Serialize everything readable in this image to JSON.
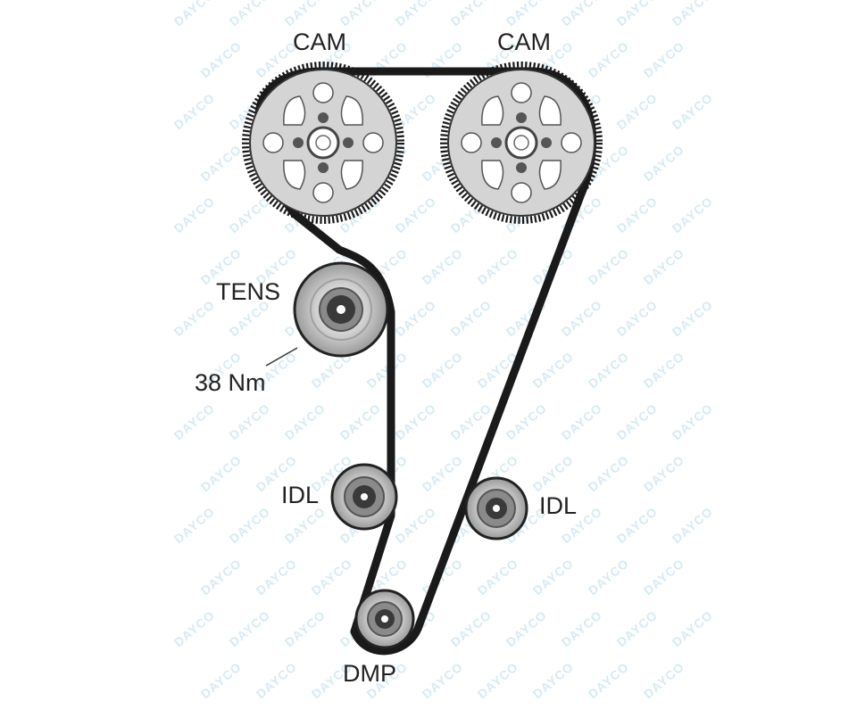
{
  "diagram": {
    "labels": {
      "cam_left": "CAM",
      "cam_right": "CAM",
      "tensioner": "TENS",
      "torque": "38 Nm",
      "idler_left": "IDL",
      "idler_right": "IDL",
      "damper": "DMP"
    },
    "watermark": "DAYCO",
    "colors": {
      "belt": "#1a1a1a",
      "pulley_fill": "#d2d2d2",
      "hub": "#4a4a4a",
      "watermark": "#d6eaf3"
    }
  }
}
